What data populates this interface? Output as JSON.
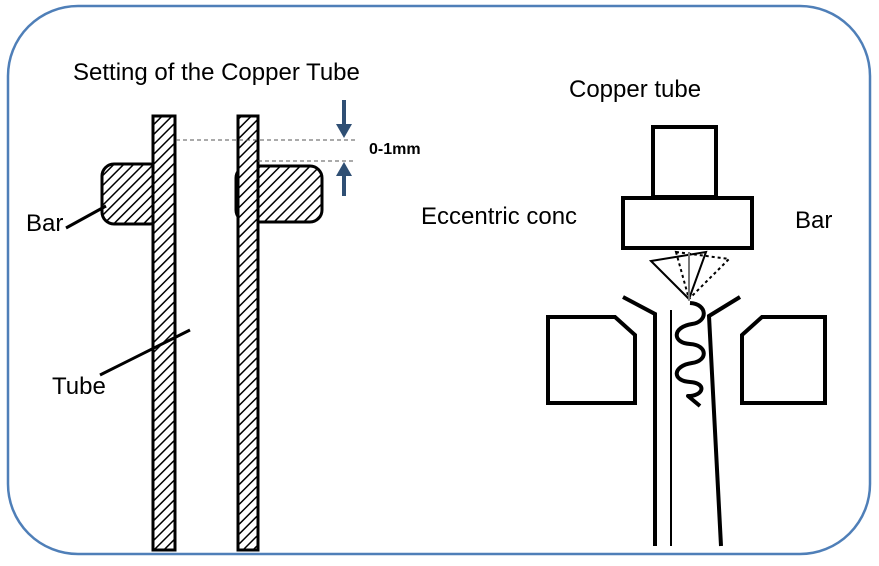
{
  "left_panel": {
    "title": "Setting of the Copper Tube",
    "bar_label": "Bar",
    "tube_label": "Tube",
    "gap_label": "0-1mm"
  },
  "right_panel": {
    "copper_tube_label": "Copper tube",
    "eccentric_label": "Eccentric conc",
    "bar_label": "Bar"
  },
  "colors": {
    "frame": "#4f7fb8",
    "arrow": "#2f4f74",
    "stroke": "#000000",
    "background": "#ffffff"
  }
}
